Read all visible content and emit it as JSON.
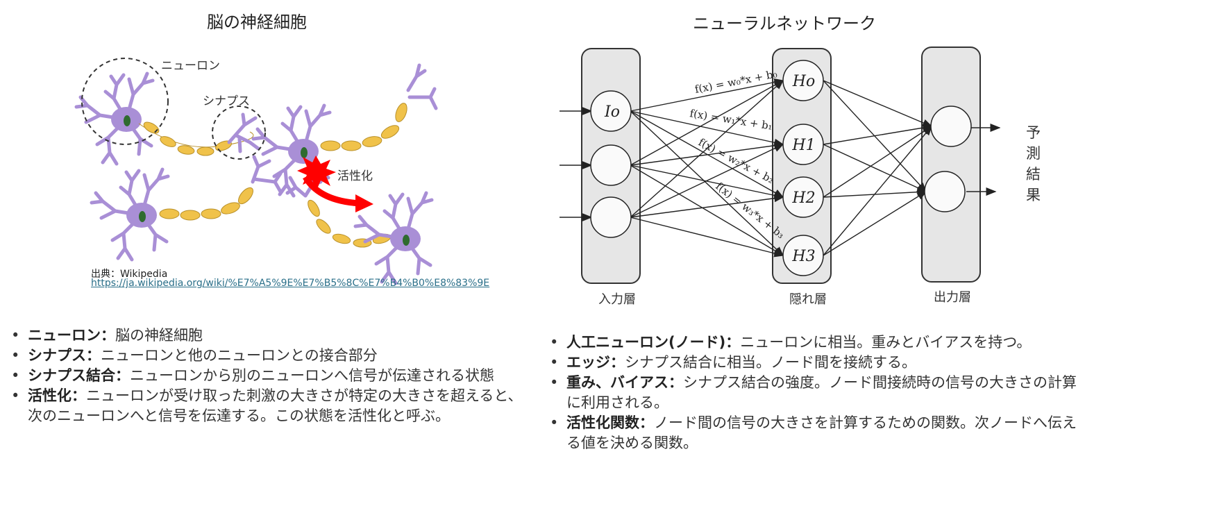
{
  "left": {
    "title": "脳の神経細胞",
    "labels": {
      "neuron": "ニューロン",
      "synapse": "シナプス",
      "activation": "活性化"
    },
    "source_label": "出典：Wikipedia",
    "source_url": "https://ja.wikipedia.org/wiki/%E7%A5%9E%E7%B5%8C%E7%B4%B0%E8%83%9E",
    "bullets": [
      {
        "term": "ニューロン：",
        "desc": "脳の神経細胞"
      },
      {
        "term": "シナプス：",
        "desc": "ニューロンと他のニューロンとの接合部分"
      },
      {
        "term": "シナプス結合：",
        "desc": "ニューロンから別のニューロンへ信号が伝達される状態"
      },
      {
        "term": "活性化：",
        "desc": "ニューロンが受け取った刺激の大きさが特定の大きさを超えると、次のニューロンへと信号を伝達する。この状態を活性化と呼ぶ。"
      }
    ]
  },
  "right": {
    "title": "ニューラルネットワーク",
    "layers": {
      "input": "入力層",
      "hidden": "隠れ層",
      "output": "出力層"
    },
    "nodes": {
      "input": [
        "Io",
        "",
        ""
      ],
      "hidden": [
        "Ho",
        "H1",
        "H2",
        "H3"
      ],
      "output": [
        "",
        ""
      ]
    },
    "formulas": [
      "f(x) = w₀*x + b₀",
      "f(x) = w₁*x + b₁",
      "f(x) = w₂*x + b₂",
      "f(x) = w₃*x + b₃"
    ],
    "result_label": "予測結果",
    "bullets": [
      {
        "term": "人工ニューロン(ノード)：",
        "desc": "ニューロンに相当。重みとバイアスを持つ。"
      },
      {
        "term": "エッジ：",
        "desc": "シナプス結合に相当。ノード間を接続する。"
      },
      {
        "term": "重み、バイアス：",
        "desc": "シナプス結合の強度。ノード間接続時の信号の大きさの計算に利用される。"
      },
      {
        "term": "活性化関数：",
        "desc": "ノード間の信号の大きさを計算するための関数。次ノードへ伝える値を決める関数。"
      }
    ]
  },
  "colors": {
    "neuron_body": "#a98fd6",
    "myelin": "#f0c24a",
    "nucleus": "#2f6b2f",
    "activation": "#ff0000",
    "layer_fill": "#e6e6e6"
  }
}
